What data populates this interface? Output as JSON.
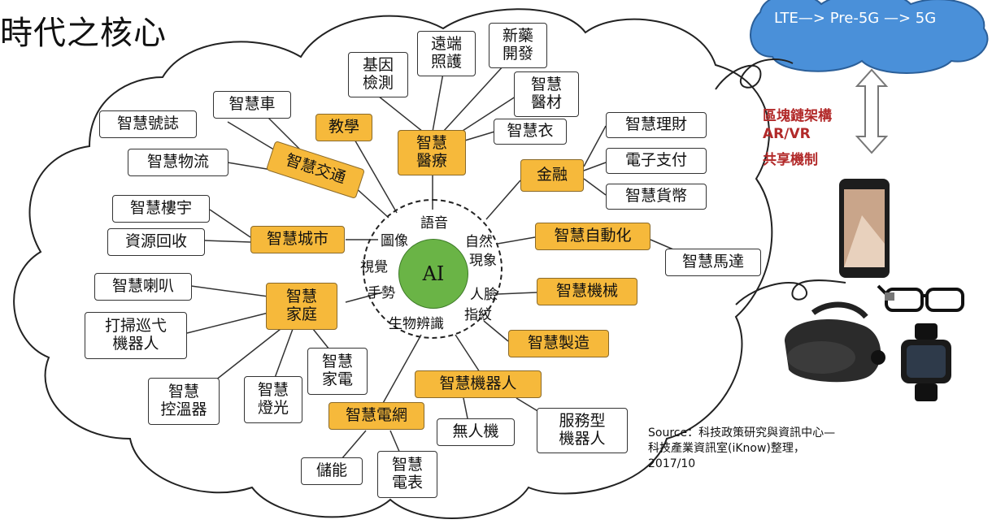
{
  "title_fragment": "時代之核心",
  "center": {
    "label": "AI"
  },
  "ring_labels": {
    "yuyin": "語音",
    "tuxiang": "圖像",
    "ziran": "自然",
    "xiangxiang": "現象",
    "shijue": "視覺",
    "shoushi": "手勢",
    "renlian": "人臉",
    "zhiwen": "指紋",
    "shengwu": "生物辨識"
  },
  "categories": {
    "medical": "智慧\n醫療",
    "teaching": "教學",
    "traffic": "智慧交通",
    "city": "智慧城市",
    "home": "智慧\n家庭",
    "grid": "智慧電網",
    "robot": "智慧機器人",
    "manufacturing": "智慧製造",
    "machinery": "智慧機械",
    "automation": "智慧自動化",
    "finance": "金融"
  },
  "items": {
    "gene": "基因\n檢測",
    "remote": "遠端\n照護",
    "newdrug": "新藥\n開發",
    "device": "智慧\n醫材",
    "clothes": "智慧衣",
    "wealth": "智慧理財",
    "epay": "電子支付",
    "currency": "智慧貨幣",
    "car": "智慧車",
    "signal": "智慧號誌",
    "logistics": "智慧物流",
    "building": "智慧樓宇",
    "recycle": "資源回收",
    "speaker": "智慧喇叭",
    "sweeper": "打掃巡弋\n機器人",
    "thermostat": "智慧\n控溫器",
    "lighting": "智慧\n燈光",
    "appliance": "智慧\n家電",
    "storage": "儲能",
    "meter": "智慧\n電表",
    "drone": "無人機",
    "service": "服務型\n機器人",
    "motor": "智慧馬達"
  },
  "network": {
    "label": "LTE—> Pre-5G —> 5G"
  },
  "blockchain": {
    "line1": "區塊鏈架構",
    "line2": "AR/VR",
    "line3": "共享機制"
  },
  "source": {
    "line1": "Source：科技政策研究與資訊中心—",
    "line2": "科技產業資訊室(iKnow)整理，",
    "line3": "2017/10"
  },
  "colors": {
    "category": "#f6b93b",
    "ai": "#6ab446",
    "network_cloud": "#4a90d9",
    "blockchain_text": "#b22a2a"
  },
  "icons": [
    "smartphone-image",
    "smart-glasses-image",
    "vr-headset-image",
    "smartwatch-image"
  ]
}
